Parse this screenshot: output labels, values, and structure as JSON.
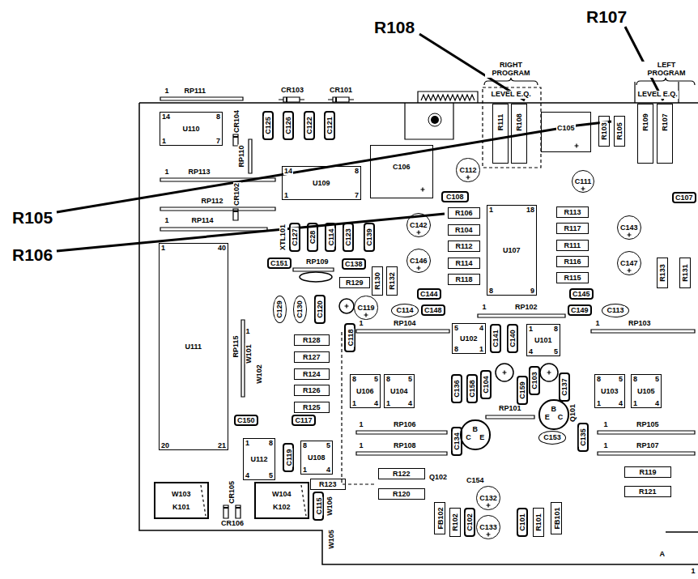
{
  "diagram": {
    "nodes": [
      {
        "text": [
          "U110",
          "14",
          "8",
          "1",
          "7"
        ]
      },
      {
        "text": [
          "C125"
        ]
      },
      {
        "text": [
          "C126"
        ]
      },
      {
        "text": [
          "C122"
        ]
      },
      {
        "text": [
          "C121"
        ]
      },
      {
        "text": [
          "U109",
          "14",
          "8",
          "1",
          "7"
        ]
      },
      {
        "text": [
          "C106"
        ]
      },
      {
        "text": [
          "R111"
        ]
      },
      {
        "text": [
          "R108"
        ]
      },
      {
        "text": [
          "C105"
        ]
      },
      {
        "text": [
          "R103"
        ]
      },
      {
        "text": [
          "R105"
        ]
      },
      {
        "text": [
          "R109"
        ]
      },
      {
        "text": [
          "R107"
        ]
      },
      {
        "text": [
          "C112"
        ]
      },
      {
        "text": [
          "C111"
        ]
      },
      {
        "text": [
          "C108"
        ]
      },
      {
        "text": [
          "C139"
        ]
      },
      {
        "text": [
          "C142"
        ]
      },
      {
        "text": [
          "R106"
        ]
      },
      {
        "text": [
          "R104"
        ]
      },
      {
        "text": [
          "R112"
        ]
      },
      {
        "text": [
          "R114"
        ]
      },
      {
        "text": [
          "R118"
        ]
      },
      {
        "text": [
          "U107",
          "1",
          "18",
          "8",
          "9"
        ]
      },
      {
        "text": [
          "R113"
        ]
      },
      {
        "text": [
          "R117"
        ]
      },
      {
        "text": [
          "R111"
        ]
      },
      {
        "text": [
          "R116"
        ]
      },
      {
        "text": [
          "R115"
        ]
      },
      {
        "text": [
          "C143"
        ]
      },
      {
        "text": [
          "C147"
        ]
      },
      {
        "text": [
          "C107"
        ]
      },
      {
        "text": [
          "C146"
        ]
      },
      {
        "text": [
          "C138"
        ]
      },
      {
        "text": [
          "C151"
        ]
      },
      {
        "text": [
          "C127"
        ]
      },
      {
        "text": [
          "C28"
        ]
      },
      {
        "text": [
          "C114"
        ]
      },
      {
        "text": [
          "C123"
        ]
      },
      {
        "text": [
          "R130"
        ]
      },
      {
        "text": [
          "R132"
        ]
      },
      {
        "text": [
          "R133"
        ]
      },
      {
        "text": [
          "R131"
        ]
      },
      {
        "text": [
          "C144"
        ]
      },
      {
        "text": [
          "C145"
        ]
      },
      {
        "text": [
          "R129"
        ]
      },
      {
        "text": [
          "C119"
        ]
      },
      {
        "text": [
          "C129"
        ]
      },
      {
        "text": [
          "C130"
        ]
      },
      {
        "text": [
          "C120"
        ]
      },
      {
        "text": [
          "C114"
        ]
      },
      {
        "text": [
          "C148"
        ]
      },
      {
        "text": [
          "C149"
        ]
      },
      {
        "text": [
          "C113"
        ]
      },
      {
        "text": [
          "U111",
          "1",
          "40",
          "20",
          "21"
        ]
      },
      {
        "text": [
          "C118"
        ]
      },
      {
        "text": [
          "R128"
        ]
      },
      {
        "text": [
          "R127"
        ]
      },
      {
        "text": [
          "R124"
        ]
      },
      {
        "text": [
          "R126"
        ]
      },
      {
        "text": [
          "R125"
        ]
      },
      {
        "text": [
          "U102",
          "5",
          "4",
          "8",
          "1"
        ]
      },
      {
        "text": [
          "C141"
        ]
      },
      {
        "text": [
          "C140"
        ]
      },
      {
        "text": [
          "U101",
          "1",
          "8",
          "4",
          "5"
        ]
      },
      {
        "text": [
          "U106",
          "8",
          "5",
          "1",
          "4"
        ]
      },
      {
        "text": [
          "U104",
          "8",
          "5",
          "1",
          "4"
        ]
      },
      {
        "text": [
          "C136"
        ]
      },
      {
        "text": [
          "C158"
        ]
      },
      {
        "text": [
          "C104"
        ]
      },
      {
        "text": [
          "C159"
        ]
      },
      {
        "text": [
          "C103"
        ]
      },
      {
        "text": [
          "C137"
        ]
      },
      {
        "text": [
          "U103",
          "8",
          "5",
          "1",
          "4"
        ]
      },
      {
        "text": [
          "U105",
          "8",
          "5",
          "1",
          "4"
        ]
      },
      {
        "text": [
          "C150"
        ]
      },
      {
        "text": [
          "C117"
        ]
      },
      {
        "text": [
          "C134"
        ]
      },
      {
        "text": [
          "C",
          "B",
          "E"
        ]
      },
      {
        "text": [
          "E",
          "B",
          "C"
        ]
      },
      {
        "text": [
          "C153"
        ]
      },
      {
        "text": [
          "C135"
        ]
      },
      {
        "text": [
          "U112",
          "1",
          "8",
          "4",
          "5"
        ]
      },
      {
        "text": [
          "C119"
        ]
      },
      {
        "text": [
          "U108",
          "8",
          "5",
          "1",
          "4"
        ]
      },
      {
        "text": [
          "R122"
        ]
      },
      {
        "text": [
          "R120"
        ]
      },
      {
        "text": [
          "R123"
        ]
      },
      {
        "text": [
          "R119"
        ]
      },
      {
        "text": [
          "R121"
        ]
      },
      {
        "text": [
          "C132"
        ]
      },
      {
        "text": [
          "C133"
        ]
      },
      {
        "text": [
          "FB102"
        ]
      },
      {
        "text": [
          "R102"
        ]
      },
      {
        "text": [
          "C102"
        ]
      },
      {
        "text": [
          "C101"
        ]
      },
      {
        "text": [
          "R101"
        ]
      },
      {
        "text": [
          "FB101"
        ]
      },
      {
        "text": [
          "W103",
          "K101"
        ]
      },
      {
        "text": [
          "W104",
          "K102"
        ]
      },
      {
        "text": [
          "C115"
        ]
      }
    ],
    "labels": [
      "R108",
      "R107",
      "R105",
      "R106",
      "RIGHT PROGRAM",
      "LEVEL E.Q.",
      "LEFT PROGRAM",
      "LEVEL E.Q.",
      "1",
      "RP111",
      "CR103",
      "CR101",
      "CR104",
      "RP110",
      "1",
      "RP113",
      "RP112",
      "CR102",
      "1",
      "RP114",
      "XTL101",
      "RP109",
      "1",
      "RP102",
      "1",
      "RP104",
      "1",
      "RP103",
      "RP115",
      "1",
      "W101",
      "W102",
      "RP101",
      "1",
      "RP106",
      "1",
      "RP108",
      "1",
      "RP105",
      "1",
      "RP107",
      "Q102",
      "C154",
      "Q101",
      "CR105",
      "CR106",
      "W106",
      "W105",
      "A",
      "1"
    ]
  }
}
